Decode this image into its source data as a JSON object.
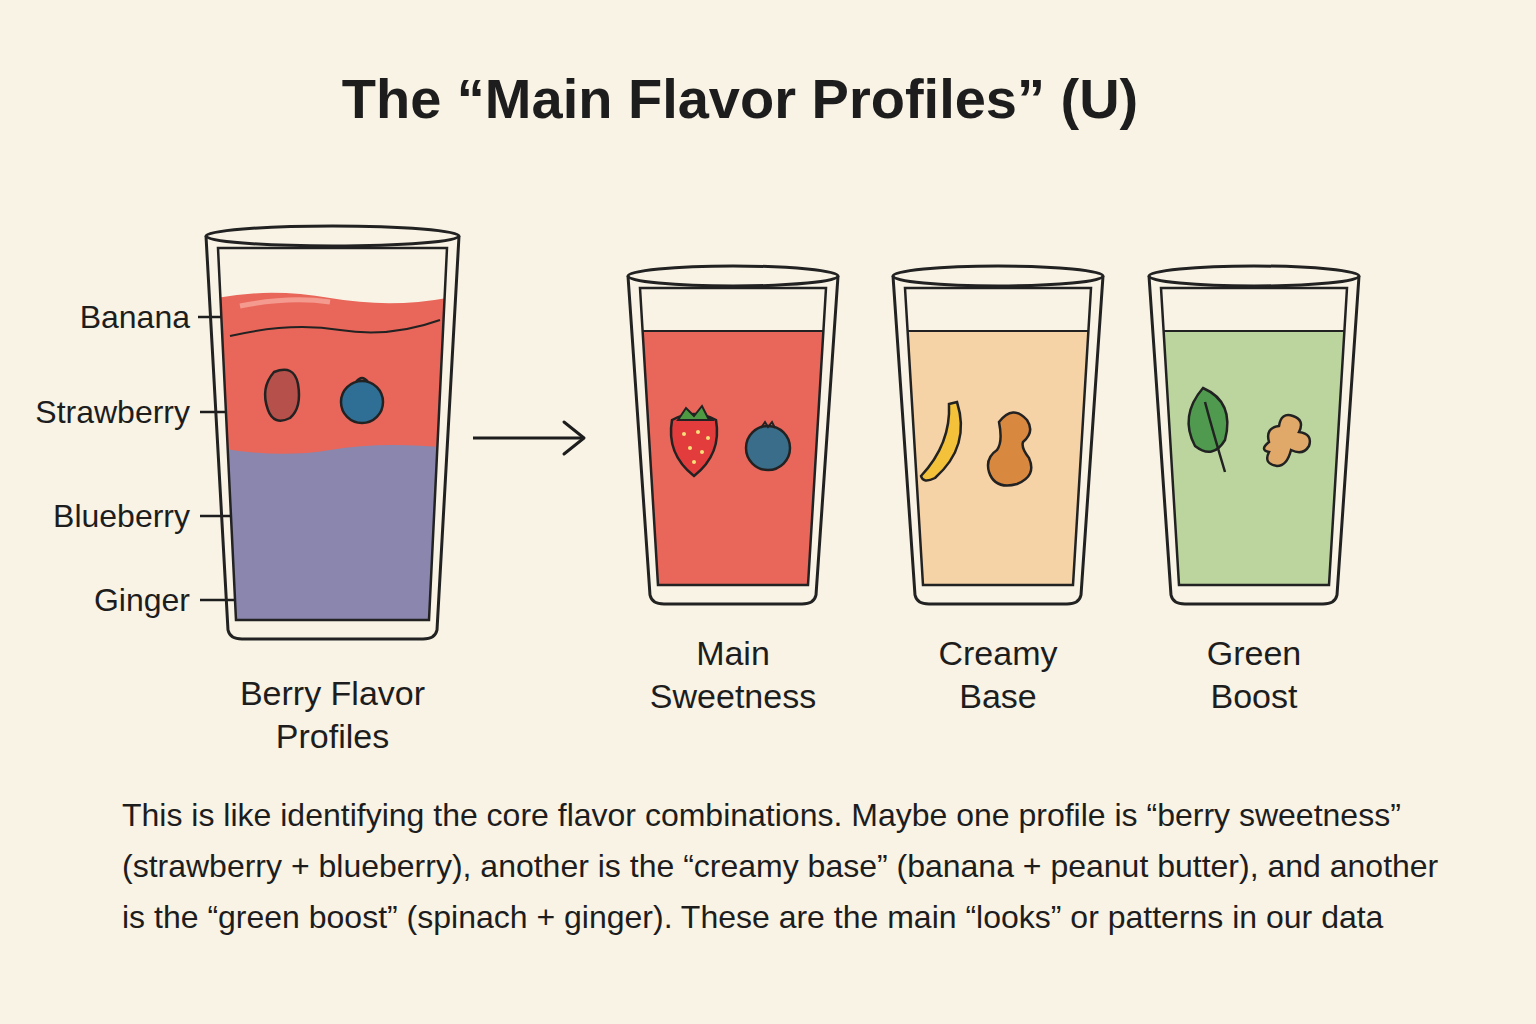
{
  "diagram": {
    "title": "The “Main Flavor Profiles” (U)",
    "caption": "This is like identifying the core flavor combinations. Maybe one profile is “berry sweetness” (strawberry + blueberry), another is the “creamy base” (banana + peanut butter), and another is the “green boost” (spinach + ginger). These are the main “looks” or patterns in our data",
    "nodes": [
      {
        "text": [
          "Berry Flavor Profiles"
        ]
      },
      {
        "text": [
          "Main Sweetness"
        ]
      },
      {
        "text": [
          "Creamy Base"
        ]
      },
      {
        "text": [
          "Green Boost"
        ]
      }
    ],
    "edges": [
      {
        "from": 0,
        "to": 1,
        "arrow": "to"
      }
    ],
    "labels": [
      "Banana",
      "Strawberry",
      "Blueberry",
      "Ginger"
    ]
  }
}
